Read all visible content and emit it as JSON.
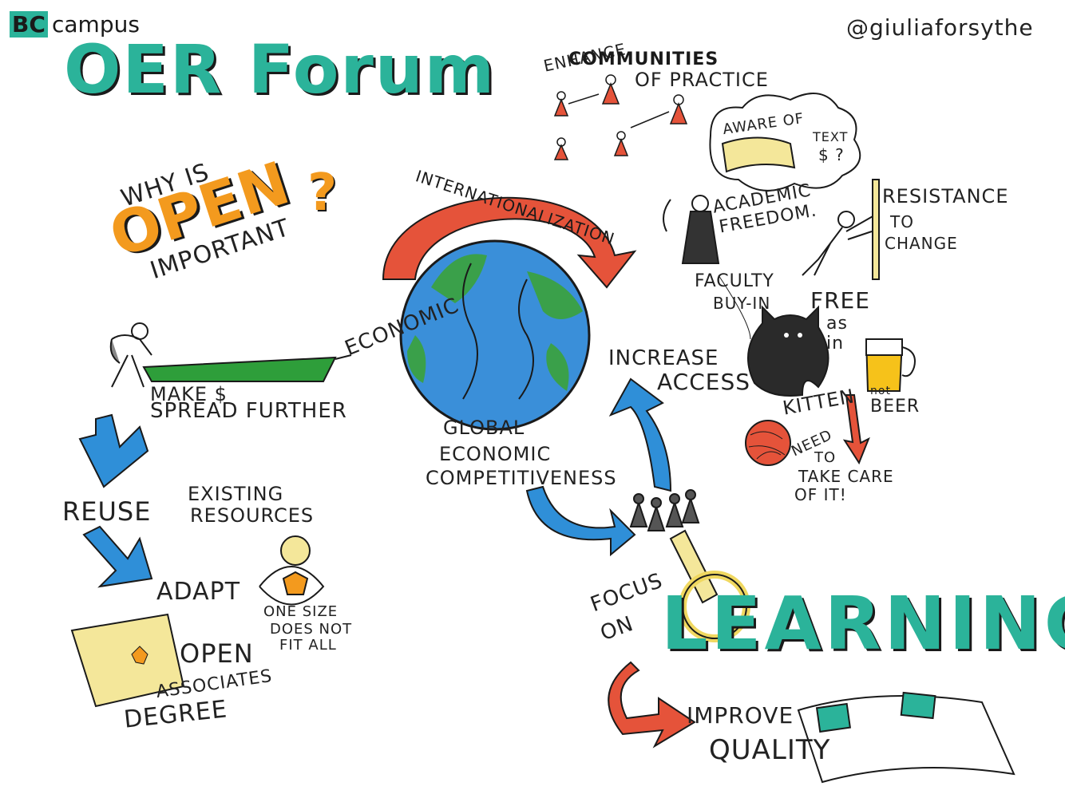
{
  "header": {
    "logo_bc": "BC",
    "logo_campus": "campus",
    "title": "OER Forum",
    "author": "@giuliaforsythe"
  },
  "why_open": {
    "line1": "WHY IS",
    "highlight": "OPEN",
    "line2": "IMPORTANT",
    "mark": "?"
  },
  "center": {
    "arc_label": "INTERNATIONALIZATION",
    "economic": "ECONOMIC",
    "global": [
      "GLOBAL",
      "ECONOMIC",
      "COMPETITIVENESS"
    ]
  },
  "money": {
    "make": "MAKE $",
    "spread": "SPREAD FURTHER"
  },
  "reuse": {
    "reuse": "REUSE",
    "existing": [
      "EXISTING",
      "RESOURCES"
    ],
    "adapt": "ADAPT",
    "one_size": [
      "ONE SIZE",
      "DOES NOT",
      "FIT ALL"
    ],
    "open": "OPEN",
    "associates": "ASSOCIATES",
    "degree": "DEGREE"
  },
  "communities": {
    "enhance": "ENHANCE",
    "communities": "COMMUNITIES",
    "of_practice": "OF PRACTICE"
  },
  "faculty": {
    "aware": "AWARE OF",
    "text": "TEXT",
    "text_mark": "$ ?",
    "academic": "ACADEMIC",
    "freedom": "FREEDOM.",
    "faculty": "FACULTY",
    "buy_in": "BUY-IN",
    "resistance": [
      "RESISTANCE",
      "TO",
      "CHANGE"
    ]
  },
  "free": {
    "free": "FREE",
    "as": "as",
    "in": "in",
    "kitten": "KITTEN",
    "not": "not",
    "beer": "BEER",
    "need": [
      "NEED",
      "TO",
      "TAKE CARE",
      "OF IT!"
    ]
  },
  "access": {
    "increase": "INCREASE",
    "access": "ACCESS"
  },
  "learning": {
    "focus": "FOCUS",
    "on": "ON",
    "word": "LEARNING",
    "improve": "IMPROVE",
    "quality": "QUALITY"
  },
  "colors": {
    "teal": "#2bb39a",
    "orange": "#f39a1e",
    "red": "#e5533a",
    "blue": "#2f8fd8",
    "green": "#2e9e3a",
    "yellow": "#f4e79a"
  }
}
